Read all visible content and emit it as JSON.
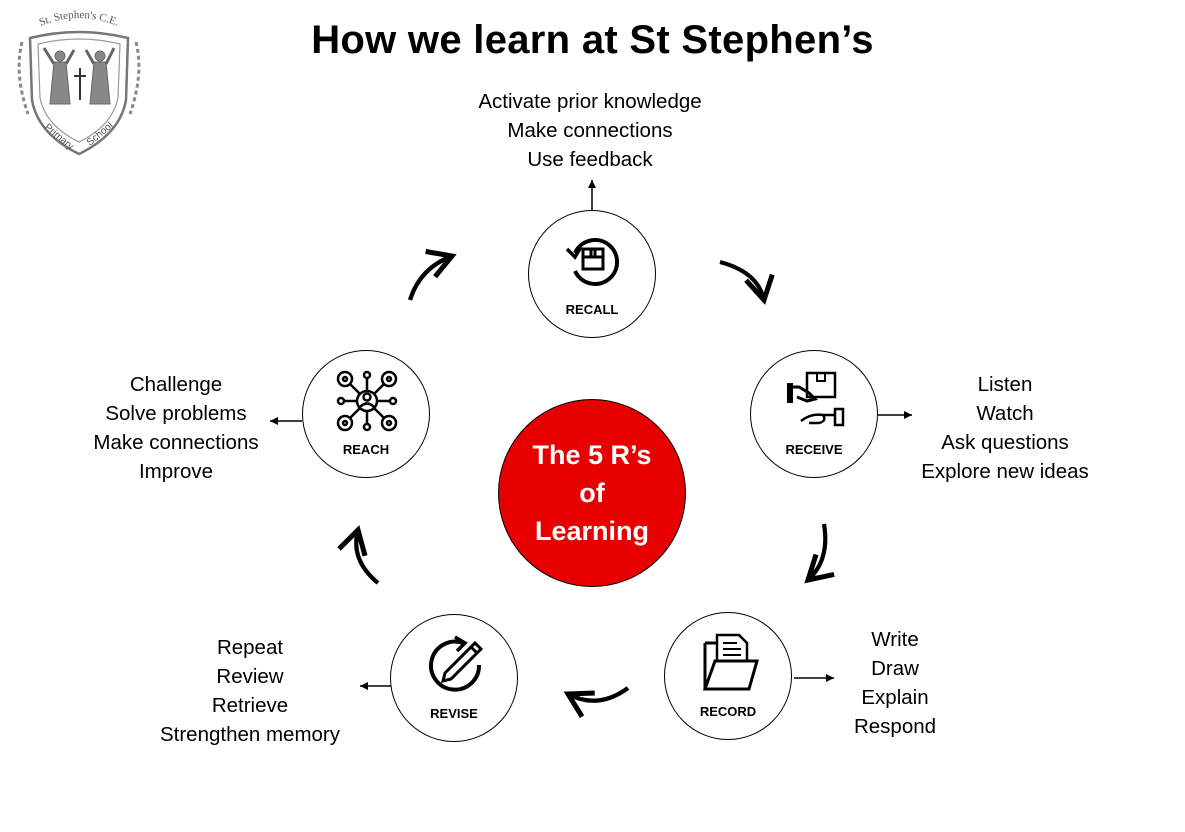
{
  "title": "How we learn at St Stephen’s",
  "logo": {
    "top_text": "St. Stephen's C.E.",
    "bottom_left": "Primary",
    "bottom_right": "School"
  },
  "center": {
    "lines": [
      "The 5 R’s",
      "of",
      "Learning"
    ]
  },
  "colors": {
    "center_fill": "#e60000",
    "text": "#000000",
    "background": "#ffffff"
  },
  "nodes": {
    "recall": {
      "label": "RECALL",
      "icon": "box-refresh-icon",
      "items": [
        "Activate prior knowledge",
        "Make connections",
        "Use feedback"
      ]
    },
    "receive": {
      "label": "RECEIVE",
      "icon": "parcel-handover-icon",
      "items": [
        "Listen",
        "Watch",
        "Ask questions",
        "Explore new ideas"
      ]
    },
    "record": {
      "label": "RECORD",
      "icon": "folder-document-icon",
      "items": [
        "Write",
        "Draw",
        "Explain",
        "Respond"
      ]
    },
    "revise": {
      "label": "REVISE",
      "icon": "pencil-refresh-icon",
      "items": [
        "Repeat",
        "Review",
        "Retrieve",
        "Strengthen memory"
      ]
    },
    "reach": {
      "label": "REACH",
      "icon": "network-people-icon",
      "items": [
        "Challenge",
        "Solve problems",
        "Make connections",
        "Improve"
      ]
    }
  }
}
